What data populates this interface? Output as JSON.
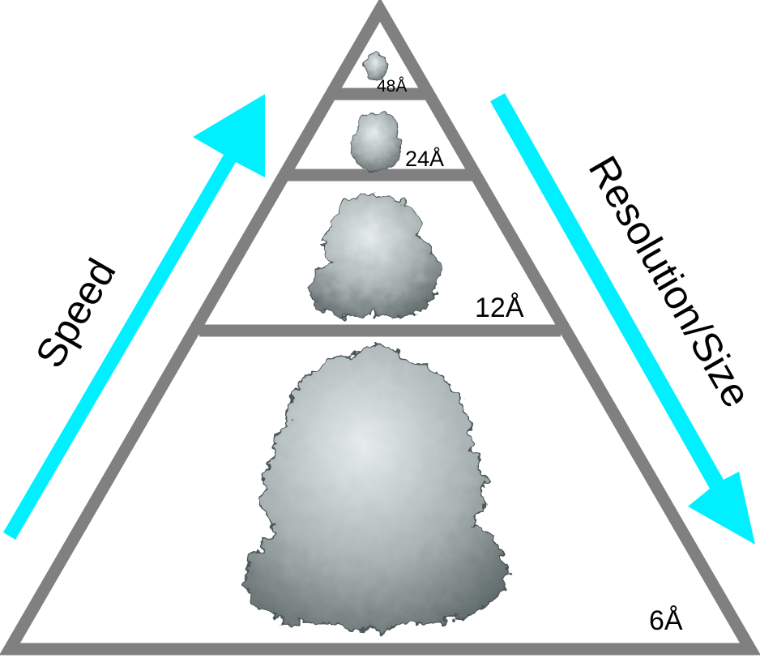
{
  "labels": {
    "speed": "Speed",
    "resolution_size": "Resolution/Size"
  },
  "levels": [
    {
      "resolution": "48Å"
    },
    {
      "resolution": "24Å"
    },
    {
      "resolution": "12Å"
    },
    {
      "resolution": "6Å"
    }
  ],
  "colors": {
    "pyramid_outline": "#808080",
    "arrows": "#00f0ff",
    "density_fill": "#9aa4a4",
    "density_light": "#d8dede",
    "density_dark": "#4d5757"
  }
}
